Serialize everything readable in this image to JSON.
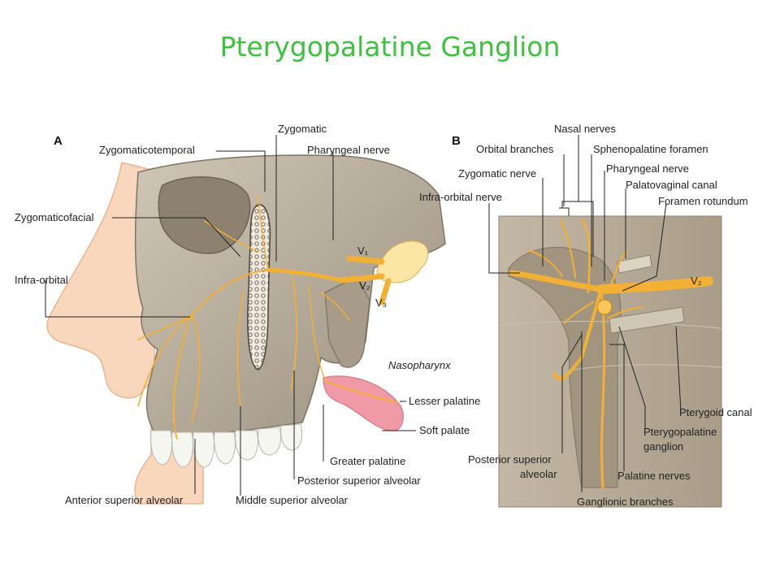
{
  "title": "Pterygopalatine Ganglion",
  "colors": {
    "title": "#3cc23c",
    "nerve": "#f2b035",
    "bone": "#b8ad9c",
    "skin": "#f9d7bd",
    "soft_palate": "#ef9aa6",
    "panel_b_bg": "#b7ab97"
  },
  "panel_a": {
    "letter": "A",
    "labels": {
      "zygomatic": "Zygomatic",
      "zygomaticotemporal": "Zygomaticotemporal",
      "pharyngeal": "Pharyngeal nerve",
      "zygomaticofacial": "Zygomaticofacial",
      "infra_orbital": "Infra-orbital",
      "v1": "V₁",
      "v2": "V₂",
      "v3": "V₃",
      "nasopharynx": "Nasopharynx",
      "lesser_palatine": "Lesser palatine",
      "soft_palate": "Soft palate",
      "greater_palatine": "Greater palatine",
      "posterior_superior_alveolar": "Posterior superior alveolar",
      "anterior_superior_alveolar": "Anterior superior alveolar",
      "middle_superior_alveolar": "Middle superior alveolar"
    }
  },
  "panel_b": {
    "letter": "B",
    "labels": {
      "nasal_nerves": "Nasal nerves",
      "orbital_branches": "Orbital branches",
      "sphenopalatine_foramen": "Sphenopalatine foramen",
      "zygomatic_nerve": "Zygomatic nerve",
      "pharyngeal_nerve": "Pharyngeal nerve",
      "palatovaginal_canal": "Palatovaginal canal",
      "infra_orbital_nerve": "Infra-orbital nerve",
      "foramen_rotundum": "Foramen rotundum",
      "v2": "V₂",
      "pterygoid_canal": "Pterygoid canal",
      "pterygopalatine_ganglion_1": "Pterygopalatine",
      "pterygopalatine_ganglion_2": "ganglion",
      "posterior_superior_alveolar_1": "Posterior superior",
      "posterior_superior_alveolar_2": "alveolar",
      "palatine_nerves": "Palatine nerves",
      "ganglionic_branches": "Ganglionic branches"
    }
  }
}
